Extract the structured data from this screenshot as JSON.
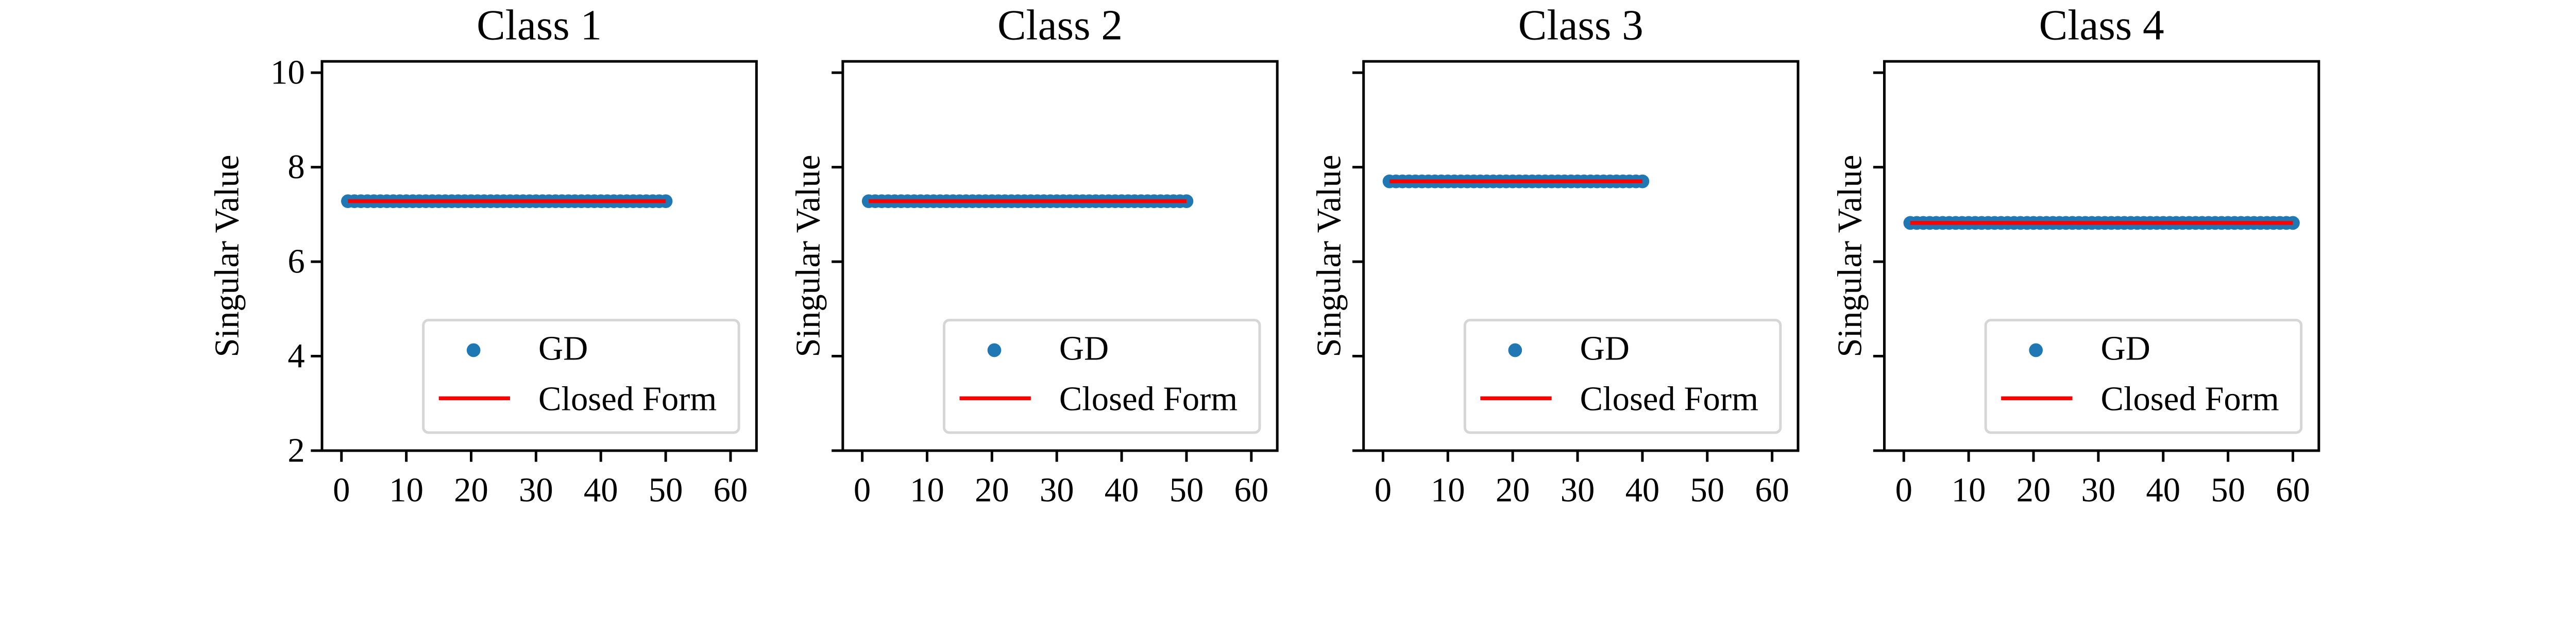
{
  "chart_data": [
    {
      "type": "scatter",
      "title": "Class 1",
      "ylabel": "Singular Value",
      "xlim": [
        -3,
        64
      ],
      "ylim": [
        2,
        10.24
      ],
      "xticks": [
        0,
        10,
        20,
        30,
        40,
        50,
        60
      ],
      "yticks": [
        2,
        4,
        6,
        8,
        10
      ],
      "show_ytick_labels": true,
      "grid": false,
      "legend": "lower-right",
      "x_range": [
        1,
        50
      ],
      "series": [
        {
          "name": "GD",
          "kind": "points",
          "color": "#1f77b4",
          "value": 7.28
        },
        {
          "name": "Closed Form",
          "kind": "line",
          "color": "#ff0000",
          "value": 7.28
        }
      ]
    },
    {
      "type": "scatter",
      "title": "Class 2",
      "ylabel": "Singular Value",
      "xlim": [
        -3,
        64
      ],
      "ylim": [
        2,
        10.24
      ],
      "xticks": [
        0,
        10,
        20,
        30,
        40,
        50,
        60
      ],
      "yticks": [
        2,
        4,
        6,
        8,
        10
      ],
      "show_ytick_labels": false,
      "grid": false,
      "legend": "lower-right",
      "x_range": [
        1,
        50
      ],
      "series": [
        {
          "name": "GD",
          "kind": "points",
          "color": "#1f77b4",
          "value": 7.28
        },
        {
          "name": "Closed Form",
          "kind": "line",
          "color": "#ff0000",
          "value": 7.28
        }
      ]
    },
    {
      "type": "scatter",
      "title": "Class 3",
      "ylabel": "Singular Value",
      "xlim": [
        -3,
        64
      ],
      "ylim": [
        2,
        10.24
      ],
      "xticks": [
        0,
        10,
        20,
        30,
        40,
        50,
        60
      ],
      "yticks": [
        2,
        4,
        6,
        8,
        10
      ],
      "show_ytick_labels": false,
      "grid": false,
      "legend": "lower-right",
      "x_range": [
        1,
        40
      ],
      "series": [
        {
          "name": "GD",
          "kind": "points",
          "color": "#1f77b4",
          "value": 7.7
        },
        {
          "name": "Closed Form",
          "kind": "line",
          "color": "#ff0000",
          "value": 7.7
        }
      ]
    },
    {
      "type": "scatter",
      "title": "Class 4",
      "ylabel": "Singular Value",
      "xlim": [
        -3,
        64
      ],
      "ylim": [
        2,
        10.24
      ],
      "xticks": [
        0,
        10,
        20,
        30,
        40,
        50,
        60
      ],
      "yticks": [
        2,
        4,
        6,
        8,
        10
      ],
      "show_ytick_labels": false,
      "grid": false,
      "legend": "lower-right",
      "x_range": [
        1,
        60
      ],
      "series": [
        {
          "name": "GD",
          "kind": "points",
          "color": "#1f77b4",
          "value": 6.82
        },
        {
          "name": "Closed Form",
          "kind": "line",
          "color": "#ff0000",
          "value": 6.82
        }
      ]
    }
  ]
}
